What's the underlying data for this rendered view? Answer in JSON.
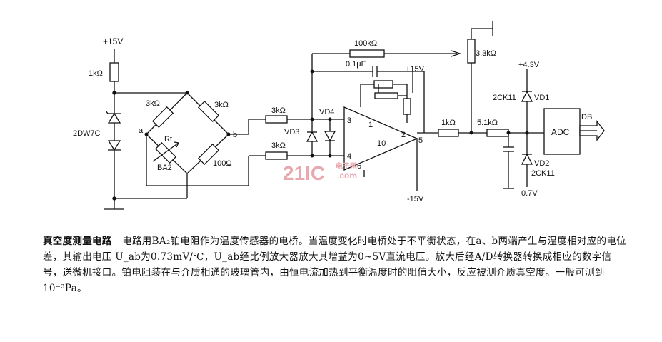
{
  "diagram": {
    "labels": {
      "supply_plus15_top": "+15V",
      "r_1k_top": "1kΩ",
      "zener": "2DW7C",
      "bridge_r_left": "3kΩ",
      "bridge_r_right": "3kΩ",
      "bridge_r_bottom": "100Ω",
      "node_a": "a",
      "node_b": "b",
      "sensor_rt": "Rt",
      "sensor_name": "BA2",
      "r_in_top": "3kΩ",
      "r_in_bottom": "3kΩ",
      "diode_vd3": "VD3",
      "diode_vd4": "VD4",
      "r_feedback": "100kΩ",
      "cap_feedback": "0.1μF",
      "supply_plus15_opamp": "+15V",
      "supply_minus15": "-15V",
      "pin_3": "3",
      "pin_4": "4",
      "pin_1": "1",
      "pin_2": "2",
      "pin_5": "5",
      "pin_10": "10",
      "pin_6": "6",
      "pot_33k": "3.3kΩ",
      "r_out_1k": "1kΩ",
      "r_out_51k": "5.1kΩ",
      "supply_43": "+4.3V",
      "diode_type_top": "2CK11",
      "diode_vd1": "VD1",
      "diode_vd2": "VD2",
      "diode_type_bottom": "2CK11",
      "supply_07": "0.7V",
      "adc": "ADC",
      "db": "DB",
      "watermark": "21IC",
      "watermark_small": "电子网",
      "watermark_domain": ".com"
    }
  },
  "caption": {
    "title": "真空度测量电路",
    "body": "电路用BA₂铂电阻作为温度传感器的电桥。当温度变化时电桥处于不平衡状态，在a、b两端产生与温度相对应的电位差，其输出电压 U_ab为0.73mV/℃，U_ab经比例放大器放大其增益为0~5V直流电压。放大后经A/D转换器转换成相应的数字信号，送微机接口。铂电阻装在与介质相通的玻璃管内，由恒电流加热到平衡温度时的阻值大小，反应被测介质真空度。一般可测到10⁻³Pa。"
  }
}
